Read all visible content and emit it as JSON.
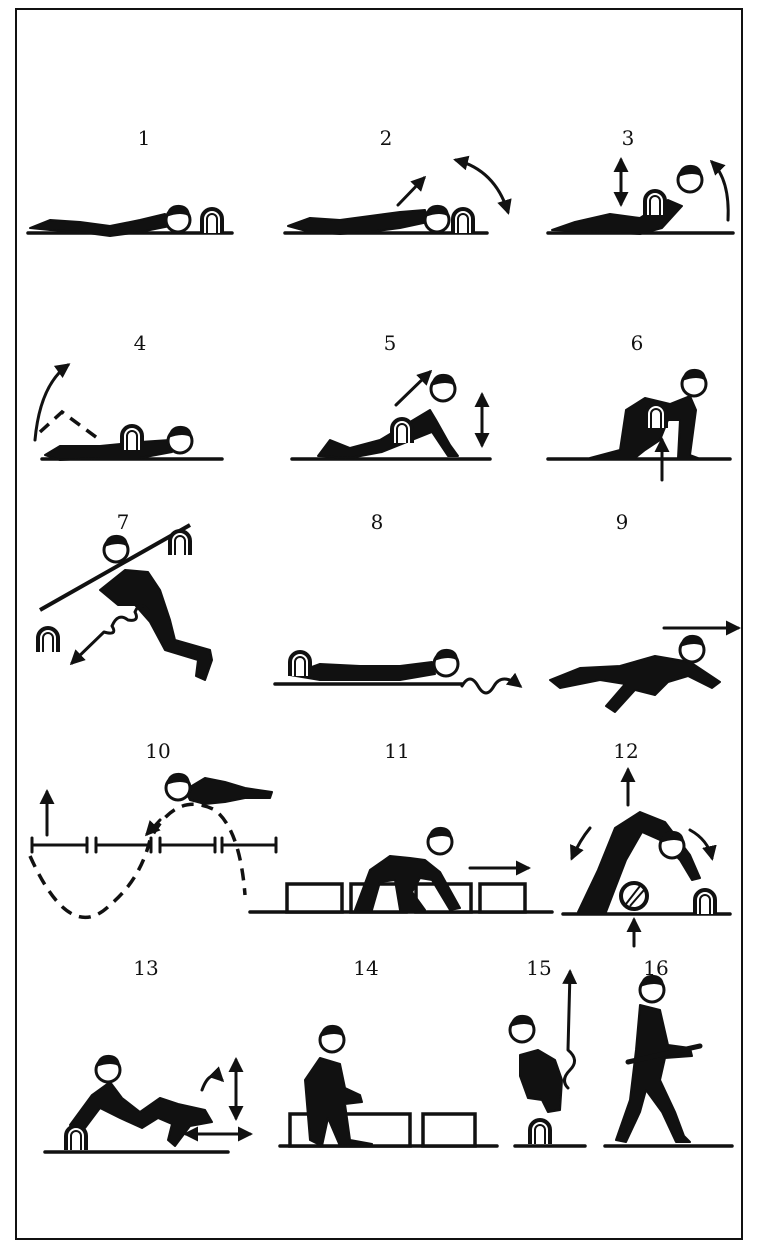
{
  "figures": [
    {
      "number": "1"
    },
    {
      "number": "2"
    },
    {
      "number": "3"
    },
    {
      "number": "4"
    },
    {
      "number": "5"
    },
    {
      "number": "6"
    },
    {
      "number": "7"
    },
    {
      "number": "8"
    },
    {
      "number": "9"
    },
    {
      "number": "10"
    },
    {
      "number": "11"
    },
    {
      "number": "12"
    },
    {
      "number": "13"
    },
    {
      "number": "14"
    },
    {
      "number": "15"
    },
    {
      "number": "16"
    }
  ]
}
